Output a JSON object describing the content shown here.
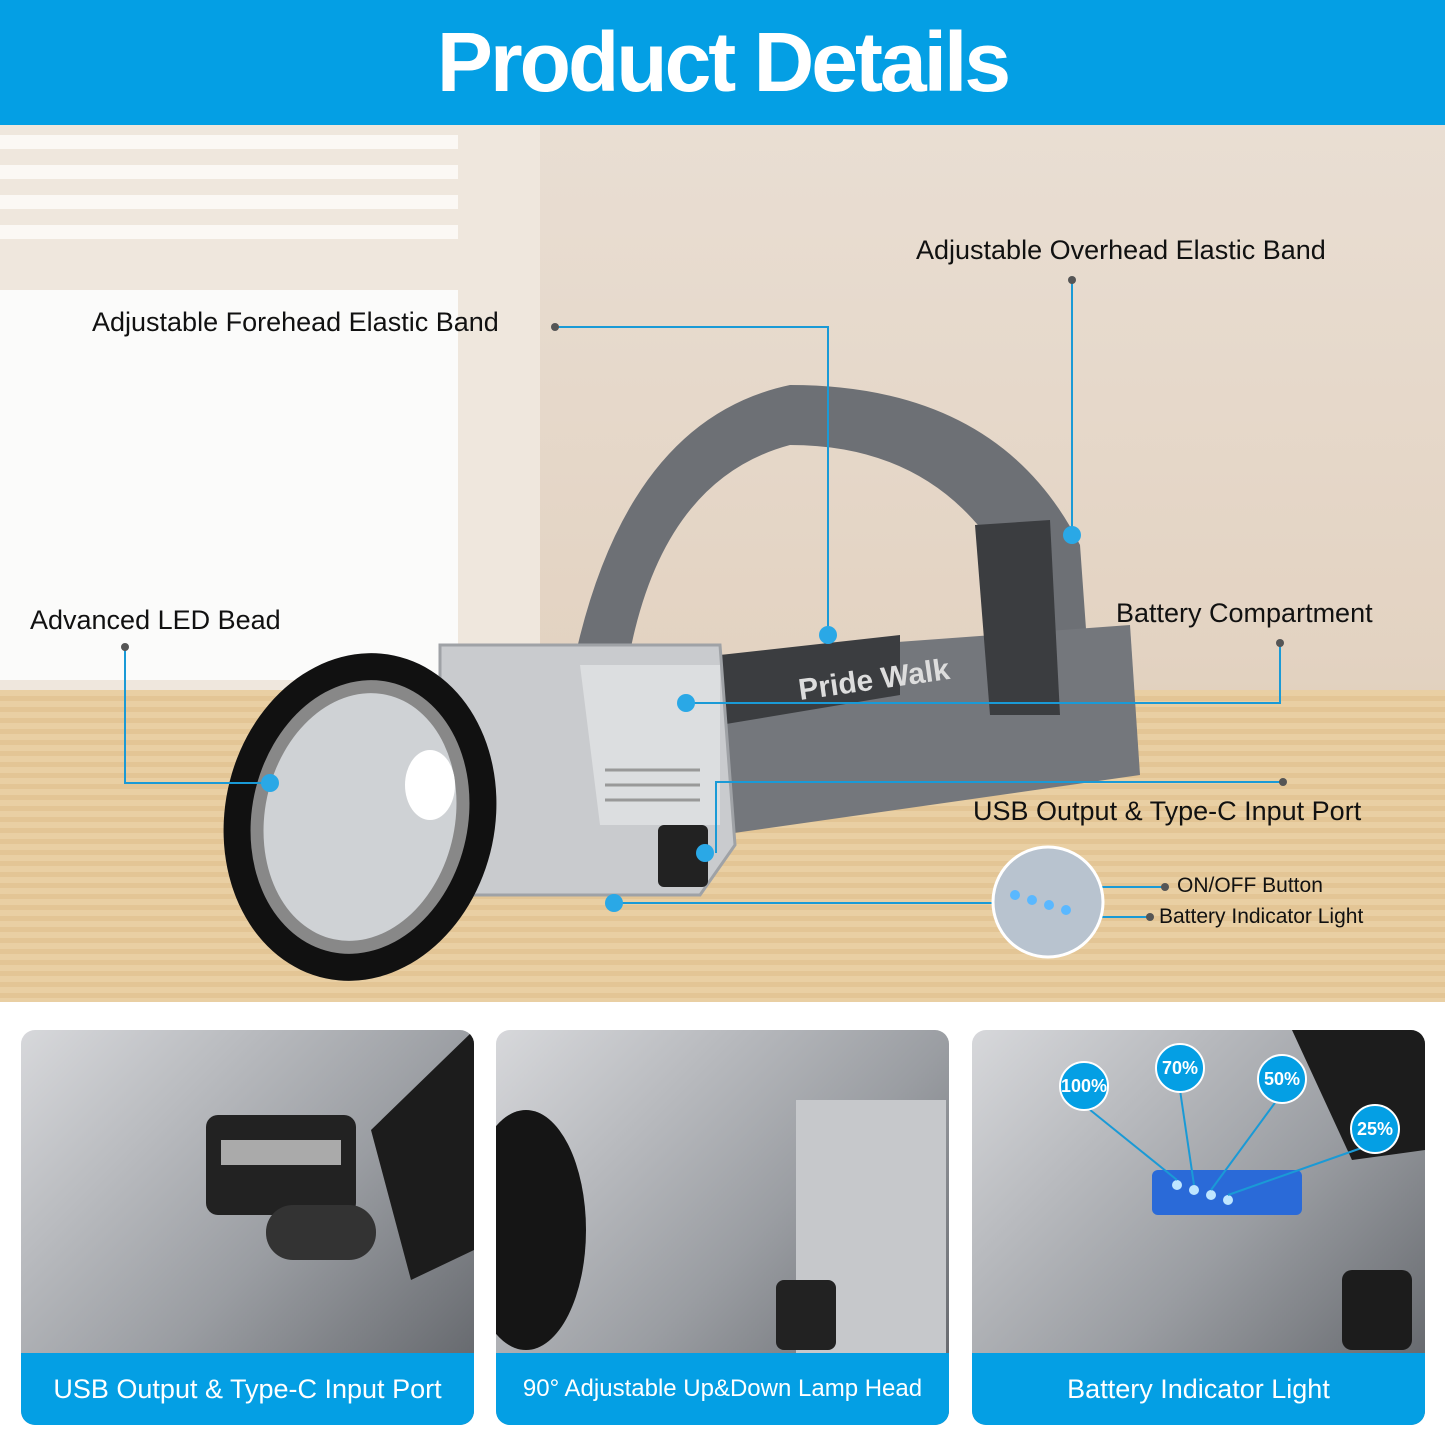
{
  "header": {
    "title": "Product Details"
  },
  "callouts": {
    "forehead_band": "Adjustable Forehead Elastic Band",
    "overhead_band": "Adjustable Overhead Elastic Band",
    "led_bead": "Advanced LED Bead",
    "battery_compartment": "Battery Compartment",
    "usb_port": "USB Output & Type-C Input Port",
    "on_off": "ON/OFF Button",
    "battery_indicator": "Battery Indicator Light"
  },
  "strap_text": "Pride Walk",
  "panels": [
    {
      "caption": "USB Output & Type-C Input Port"
    },
    {
      "caption": "90° Adjustable Up&Down Lamp Head"
    },
    {
      "caption": "Battery Indicator Light",
      "badges": [
        "100%",
        "70%",
        "50%",
        "25%"
      ]
    }
  ],
  "colors": {
    "accent": "#049fe4"
  }
}
